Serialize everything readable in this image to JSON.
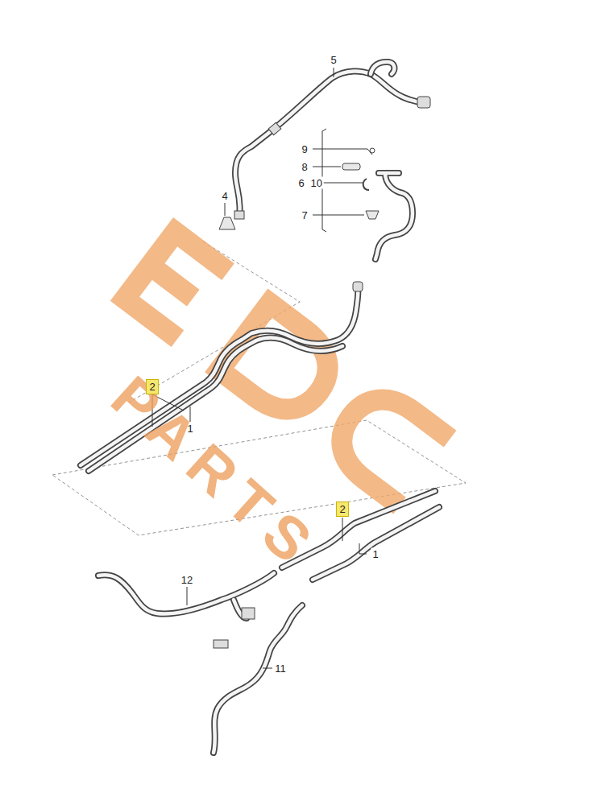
{
  "diagram": {
    "nodes": [
      {
        "text": [
          "2"
        ]
      },
      {
        "text": [
          "2"
        ]
      }
    ],
    "labels": [
      "5",
      "9",
      "8",
      "6",
      "10",
      "7",
      "4",
      "1",
      "1",
      "12",
      "11",
      "PARTS"
    ]
  }
}
